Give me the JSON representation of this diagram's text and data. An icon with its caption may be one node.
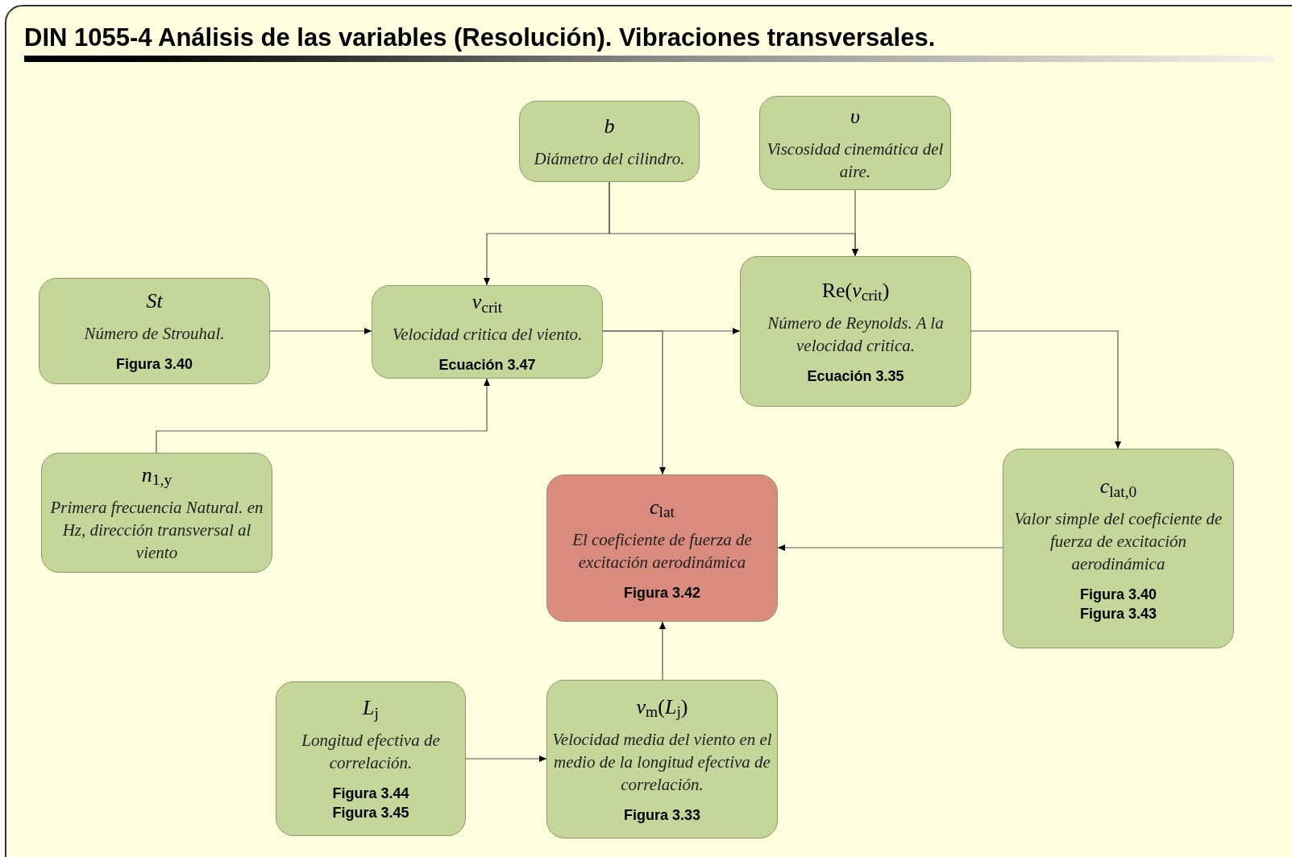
{
  "diagram": {
    "title": "DIN 1055-4 Análisis de las variables (Resolución). Vibraciones transversales.",
    "nodes": [
      {
        "text": [
          "*b*",
          "Diámetro del cilindro."
        ]
      },
      {
        "text": [
          "*υ*",
          "Viscosidad cinemática del aire."
        ]
      },
      {
        "text": [
          "*St*",
          "Número de Strouhal.",
          "Figura 3.40"
        ]
      },
      {
        "text": [
          "*v*$_{crit}$",
          "Velocidad critica del viento.",
          "Ecuación 3.47"
        ]
      },
      {
        "text": [
          "Re(*v*$_{crit}$)",
          "Número de Reynolds. A la velocidad critica.",
          "Ecuación 3.35"
        ]
      },
      {
        "text": [
          "*n*$_{1,y}$",
          "Primera frecuencia Natural. en Hz, dirección transversal al viento"
        ]
      },
      {
        "text": [
          "*c*$_{lat}$",
          "El coeficiente de fuerza de excitación aerodinámica",
          "Figura 3.42"
        ]
      },
      {
        "text": [
          "*c*$_{lat,0}$",
          "Valor simple del coeficiente de fuerza de excitación aerodinámica",
          "Figura 3.40",
          "Figura 3.43"
        ]
      },
      {
        "text": [
          "*L*$_{j}$",
          "Longitud efectiva de correlación.",
          "Figura 3.44",
          "Figura 3.45"
        ]
      },
      {
        "text": [
          "*v*$_{m}$(*L*$_{j}$)",
          "Velocidad media del viento en el medio de la longitud efectiva de correlación.",
          "Figura 3.33"
        ]
      }
    ],
    "edges": [
      {
        "from": 0,
        "to": 3,
        "arrow": "to"
      },
      {
        "from": 0,
        "to": 4,
        "arrow": "to"
      },
      {
        "from": 1,
        "to": 4,
        "arrow": "to"
      },
      {
        "from": 2,
        "to": 3,
        "arrow": "to"
      },
      {
        "from": 5,
        "to": 3,
        "arrow": "to"
      },
      {
        "from": 3,
        "to": 4,
        "arrow": "to"
      },
      {
        "from": 3,
        "to": 6,
        "arrow": "to"
      },
      {
        "from": 4,
        "to": 7,
        "arrow": "to"
      },
      {
        "from": 7,
        "to": 6,
        "arrow": "to"
      },
      {
        "from": 8,
        "to": 9,
        "arrow": "to"
      },
      {
        "from": 9,
        "to": 6,
        "arrow": "to"
      }
    ]
  }
}
